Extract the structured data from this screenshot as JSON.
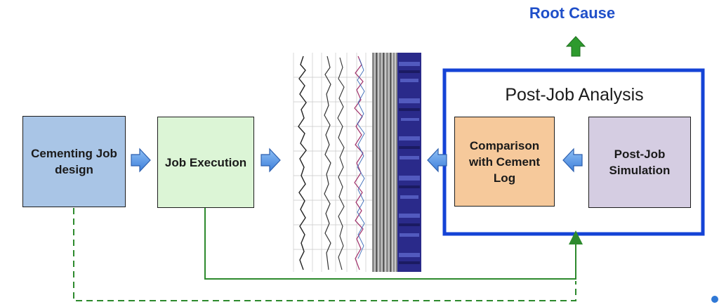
{
  "root_cause_label": "Root Cause",
  "post_job_analysis": {
    "title": "Post-Job Analysis"
  },
  "boxes": {
    "design": "Cementing Job\ndesign",
    "execution": "Job Execution",
    "comparison": "Comparison\nwith Cement\nLog",
    "simulation": "Post-Job\nSimulation"
  },
  "colors": {
    "design_fill": "#a9c5e6",
    "execution_fill": "#dcf5d6",
    "comparison_fill": "#f6c99b",
    "simulation_fill": "#d5cde2",
    "analysis_border": "#1443d6",
    "flow_arrow": "#4f8fe3",
    "feedback_line": "#2d8a2d",
    "root_cause_text": "#1f4fc9"
  },
  "icons": {
    "flow_arrows": "block-arrow-right / block-arrow-left",
    "up_arrow": "green-up-arrow",
    "log": "cement-log-image"
  }
}
